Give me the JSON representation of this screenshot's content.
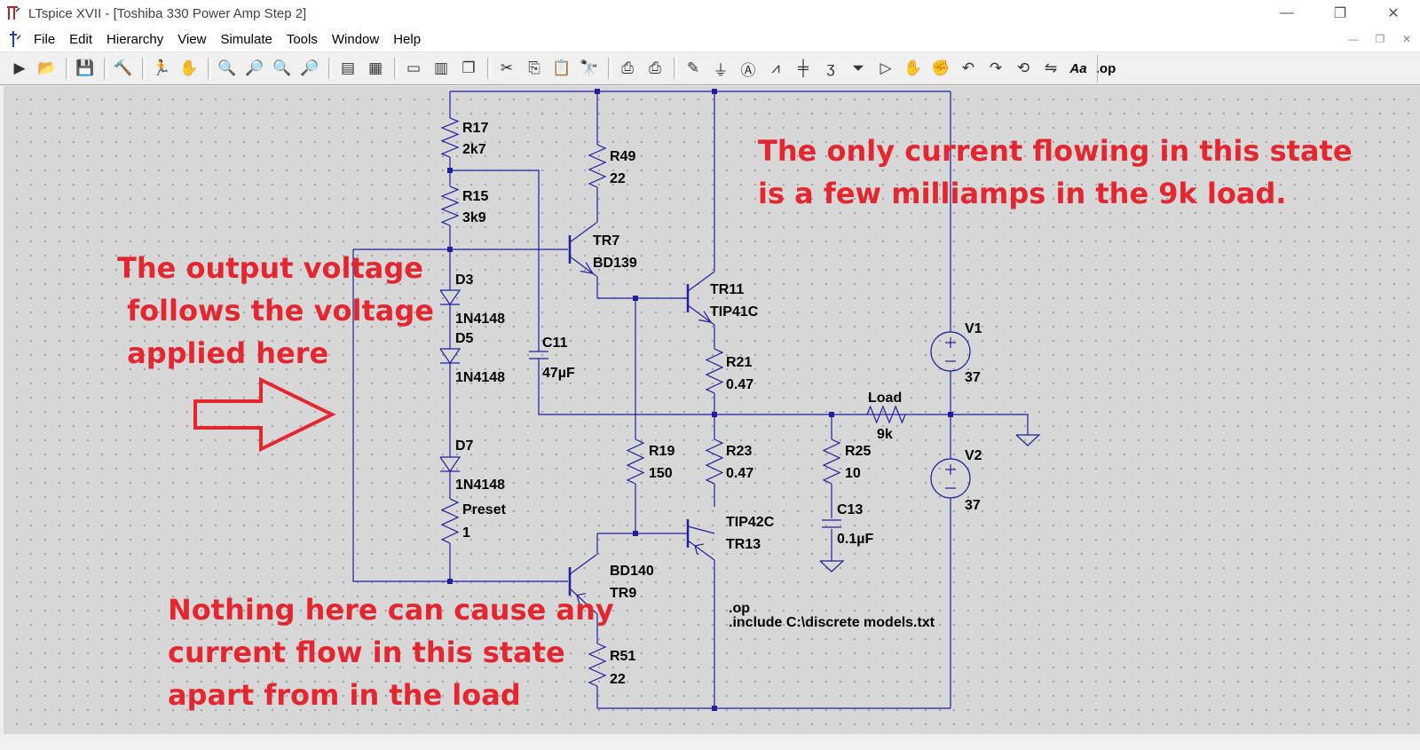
{
  "window": {
    "title": "LTspice XVII - [Toshiba 330 Power  Amp Step 2]",
    "controls": [
      "minimize-icon",
      "restore-icon",
      "close-icon"
    ]
  },
  "menu": {
    "items": [
      {
        "label": "File"
      },
      {
        "label": "Edit"
      },
      {
        "label": "Hierarchy"
      },
      {
        "label": "View"
      },
      {
        "label": "Simulate"
      },
      {
        "label": "Tools"
      },
      {
        "label": "Window"
      },
      {
        "label": "Help"
      }
    ]
  },
  "toolbar": {
    "groups": [
      [
        "run-icon",
        "open-icon"
      ],
      [
        "save-icon"
      ],
      [
        "control-panel-icon"
      ],
      [
        "halt-icon",
        "pan-icon"
      ],
      [
        "zoom-in-icon",
        "zoom-area-icon",
        "zoom-out-icon",
        "zoom-cancel-icon"
      ],
      [
        "waveform-autorange-icon",
        "waveform-delete-icon"
      ],
      [
        "tile-horizontal-icon",
        "tile-vertical-icon",
        "cascade-icon"
      ],
      [
        "cut-icon",
        "copy-icon",
        "paste-icon",
        "find-icon"
      ],
      [
        "print-icon",
        "print-preview-icon"
      ],
      [
        "draw-wire-icon",
        "ground-icon",
        "label-net-icon",
        "resistor-icon",
        "capacitor-icon",
        "inductor-icon",
        "diode-icon",
        "component-icon",
        "move-icon",
        "drag-icon",
        "undo-icon",
        "redo-icon",
        "rotate-icon",
        "mirror-icon",
        "text-icon",
        "spice-directive-icon"
      ]
    ],
    "text_icon_label": "Aa",
    "directive_icon_label": ".op"
  },
  "schematic": {
    "wire_color": "#1f1fa0",
    "components": {
      "R17": {
        "ref": "R17",
        "value": "2k7"
      },
      "R15": {
        "ref": "R15",
        "value": "3k9"
      },
      "R49": {
        "ref": "R49",
        "value": "22"
      },
      "TR7": {
        "ref": "TR7",
        "value": "BD139"
      },
      "TR11": {
        "ref": "TR11",
        "value": "TIP41C"
      },
      "D3": {
        "ref": "D3",
        "value": "1N4148"
      },
      "D5": {
        "ref": "D5",
        "value": "1N4148"
      },
      "D7": {
        "ref": "D7",
        "value": "1N4148"
      },
      "C11": {
        "ref": "C11",
        "value": "47µF"
      },
      "R21": {
        "ref": "R21",
        "value": "0.47"
      },
      "Load": {
        "ref": "Load",
        "value": "9k"
      },
      "V1": {
        "ref": "V1",
        "value": "37"
      },
      "V2": {
        "ref": "V2",
        "value": "37"
      },
      "R19": {
        "ref": "R19",
        "value": "150"
      },
      "R23": {
        "ref": "R23",
        "value": "0.47"
      },
      "R25": {
        "ref": "R25",
        "value": "10"
      },
      "C13": {
        "ref": "C13",
        "value": "0.1µF"
      },
      "Preset": {
        "ref": "Preset",
        "value": "1"
      },
      "TR13": {
        "ref": "TR13",
        "value": "TIP42C"
      },
      "TR9": {
        "ref": "TR9",
        "value": "BD140"
      },
      "R51": {
        "ref": "R51",
        "value": "22"
      }
    },
    "directives": [
      ".op",
      ".include C:\\discrete models.txt"
    ]
  },
  "annotations": {
    "color": "#e3262f",
    "output_voltage": [
      "The output voltage",
      " follows the voltage",
      " applied here"
    ],
    "only_current": [
      "The only current flowing in this state",
      "is a few milliamps in the 9k load."
    ],
    "nothing_here": [
      "Nothing here can cause any",
      "current flow in this state",
      "apart from in the load"
    ]
  }
}
